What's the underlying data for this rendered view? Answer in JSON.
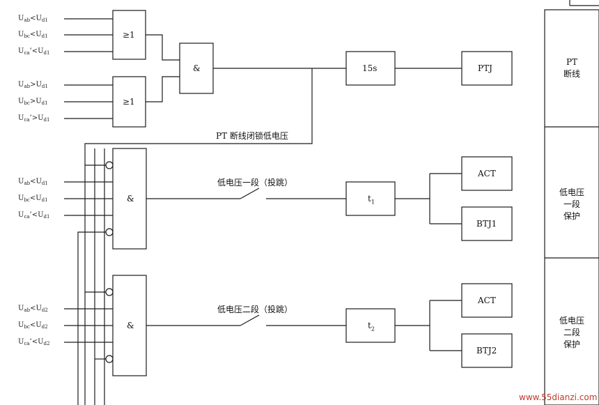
{
  "inputs": {
    "g1": [
      {
        "var": "ab",
        "op": "<",
        "ref": "d1"
      },
      {
        "var": "bc",
        "op": "<",
        "ref": "d1"
      },
      {
        "var": "ca",
        "op": "’<",
        "ref": "d1"
      }
    ],
    "g2": [
      {
        "var": "ab",
        "op": ">",
        "ref": "d1"
      },
      {
        "var": "bc",
        "op": ">",
        "ref": "d1"
      },
      {
        "var": "ca",
        "op": "’>",
        "ref": "d1"
      }
    ],
    "g3": [
      {
        "var": "ab",
        "op": "<",
        "ref": "d1"
      },
      {
        "var": "bc",
        "op": "<",
        "ref": "d1"
      },
      {
        "var": "ca",
        "op": "’<",
        "ref": "d1"
      }
    ],
    "g4": [
      {
        "var": "ab",
        "op": "<",
        "ref": "d2"
      },
      {
        "var": "bc",
        "op": "<",
        "ref": "d2"
      },
      {
        "var": "ca",
        "op": "’<",
        "ref": "d2"
      }
    ]
  },
  "gates": {
    "or1": "≥1",
    "or2": "≥1",
    "and_top": "&",
    "and_mid": "&",
    "and_bot": "&"
  },
  "blocks": {
    "timer_top": "15s",
    "ptj": "PTJ",
    "timer_mid_base": "t",
    "timer_mid_sub": "1",
    "act_mid": "ACT",
    "btj1": "BTJ1",
    "timer_bot_base": "t",
    "timer_bot_sub": "2",
    "act_bot": "ACT",
    "btj2": "BTJ2"
  },
  "labels": {
    "pt_block": "PT   断线闭锁低电压",
    "stage1": "低电压一段（投跳）",
    "stage2": "低电压二段（投跳）"
  },
  "side_panel": {
    "sections": [
      [
        "PT",
        "断线"
      ],
      [
        "低电压",
        "一段",
        "保护"
      ],
      [
        "低电压",
        "二段",
        "保护"
      ]
    ]
  },
  "watermark": "www.55dianzi.com",
  "colors": {
    "line": "#1a1a1a",
    "watermark": "#c0392b"
  }
}
